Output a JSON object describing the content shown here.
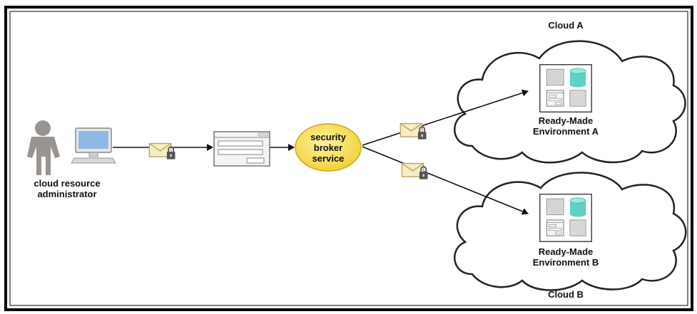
{
  "admin": {
    "label_line1": "cloud resource",
    "label_line2": "administrator"
  },
  "broker": {
    "line1": "security",
    "line2": "broker",
    "line3": "service"
  },
  "cloud_a": {
    "title": "Cloud A",
    "env_line1": "Ready-Made",
    "env_line2": "Environment A"
  },
  "cloud_b": {
    "title": "Cloud B",
    "env_line1": "Ready-Made",
    "env_line2": "Environment B"
  },
  "colors": {
    "frame": "#000000",
    "broker_fill": "#f7dc4a",
    "envelope": "#f6eec2",
    "database": "#5fd0c4",
    "person": "#9a9490",
    "monitor_screen": "#8fb8e6"
  },
  "icons": [
    "person-icon",
    "computer-icon",
    "envelope-icon",
    "padlock-icon",
    "form-window-icon",
    "database-icon",
    "server-icon",
    "cloud-shape"
  ]
}
